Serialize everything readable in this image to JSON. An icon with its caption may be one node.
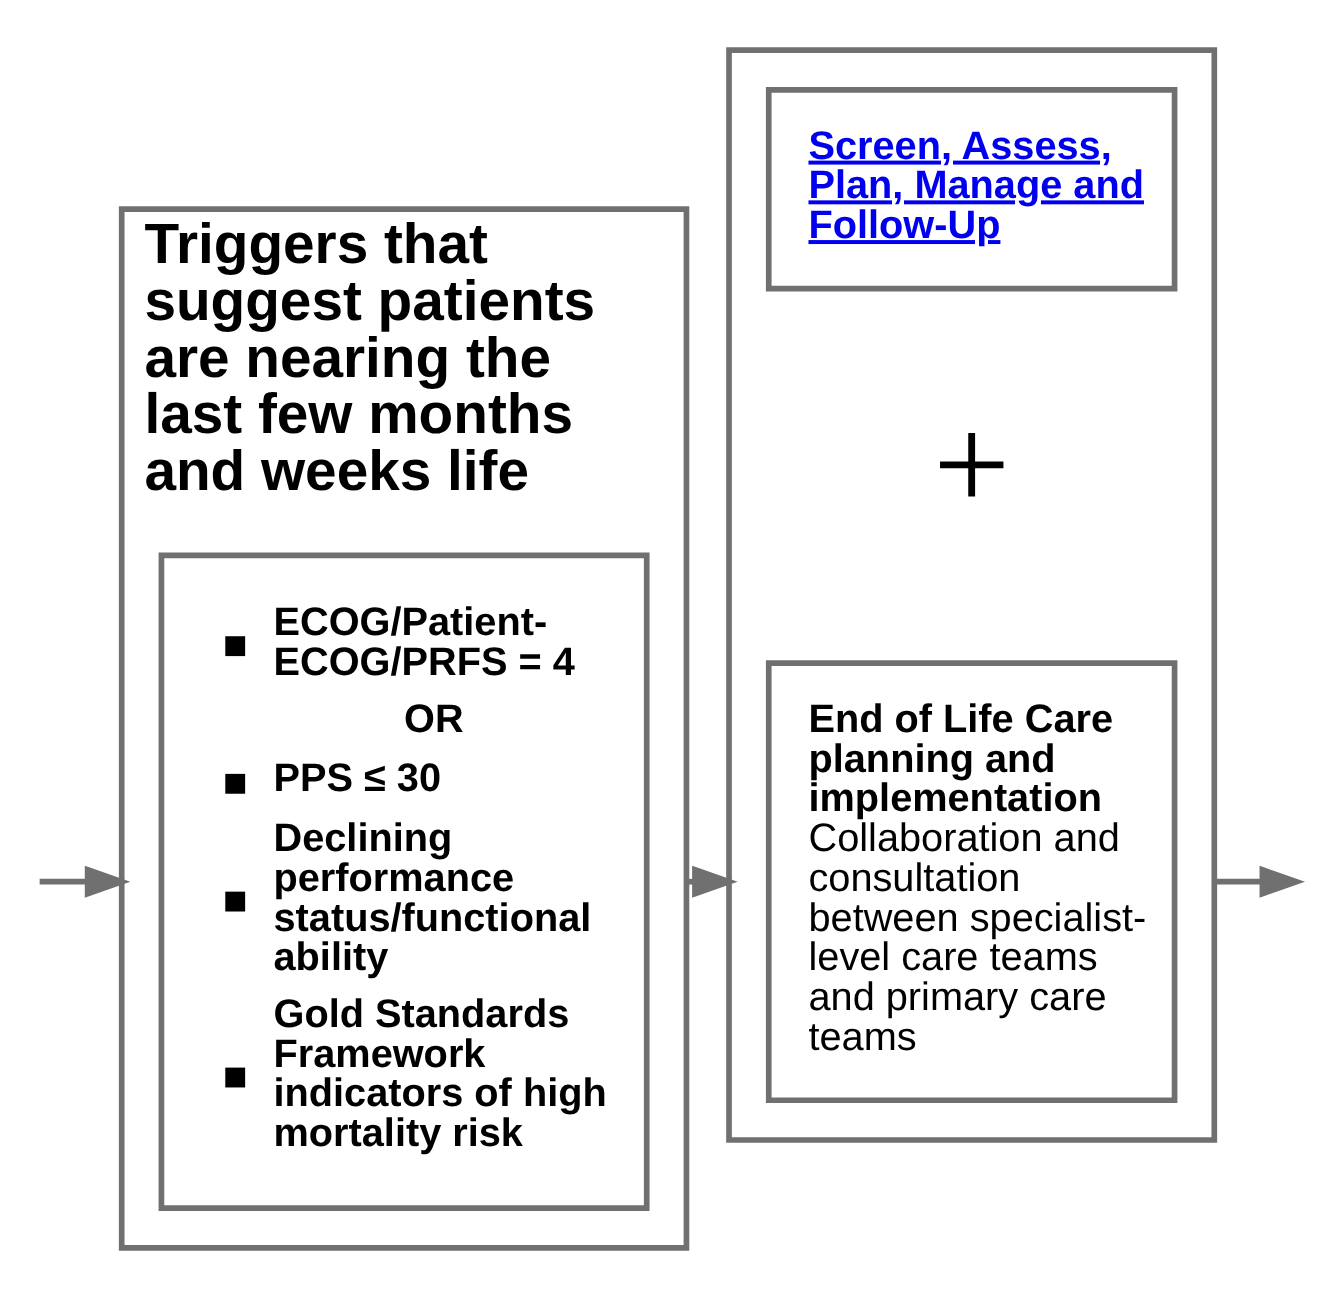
{
  "diagram": {
    "nodes": [
      {
        "text": [
          "Triggers that suggest patients are nearing the last few months and weeks life"
        ]
      },
      {
        "text": [
          "ECOG/Patient-ECOG/PRFS = 4",
          "OR",
          "PPS ≤ 30",
          "Declining performance status/functional ability",
          "Gold Standards Framework indicators of high mortality risk"
        ],
        "in": 0
      },
      {
        "text": [],
        "shape": "box"
      },
      {
        "text": [
          "Screen, Assess, Plan, Manage and Follow-Up"
        ],
        "in": 2
      },
      {
        "text": [
          "End of Life Care planning and implementation",
          "Collaboration and consultation between specialist-level care teams and primary care teams"
        ],
        "in": 2
      }
    ],
    "edges": [
      {
        "from": null,
        "to": 0,
        "arrow": "to"
      },
      {
        "from": 0,
        "to": 2,
        "arrow": "to"
      },
      {
        "from": 2,
        "to": null,
        "arrow": "to"
      }
    ],
    "labels": [
      "+"
    ]
  }
}
